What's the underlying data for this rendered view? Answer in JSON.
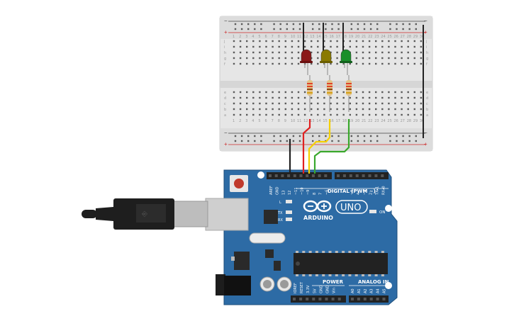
{
  "breadboard": {
    "columns": [
      "1",
      "2",
      "3",
      "4",
      "5",
      "6",
      "7",
      "8",
      "9",
      "10",
      "11",
      "12",
      "13",
      "14",
      "15",
      "16",
      "17",
      "18",
      "19",
      "20",
      "21",
      "22",
      "23",
      "24",
      "25",
      "26",
      "27",
      "28",
      "29",
      "30"
    ],
    "rows_top": [
      "j",
      "i",
      "h",
      "g",
      "f"
    ],
    "rows_bottom": [
      "e",
      "d",
      "c",
      "b",
      "a"
    ],
    "rail_minus": "−",
    "rail_plus": "+"
  },
  "leds": [
    {
      "name": "red",
      "color": "#8b1a1a"
    },
    {
      "name": "yellow",
      "color": "#8a7a00"
    },
    {
      "name": "green",
      "color": "#1a8f2a"
    }
  ],
  "wires": {
    "gnd": "#222222",
    "red": "#e02020",
    "yellow": "#f5d000",
    "green": "#3aa82c"
  },
  "arduino": {
    "board_color": "#2d6ba5",
    "logo_text": "ARDUINO",
    "model": "UNO",
    "on_label": "ON",
    "digital_label": "DIGITAL (PWM ~)",
    "power_label": "POWER",
    "analog_label": "ANALOG IN",
    "led_labels": [
      "L",
      "TX",
      "RX"
    ],
    "top_pins": [
      "AREF",
      "GND",
      "13",
      "12",
      "~11",
      "~10",
      "~9",
      "8",
      "7",
      "~6",
      "~5",
      "4",
      "~3",
      "2",
      "TX▸1",
      "RX◂0"
    ],
    "power_pins": [
      "IOREF",
      "RESET",
      "3.3V",
      "5V",
      "GND",
      "GND",
      "Vin"
    ],
    "analog_pins": [
      "A0",
      "A1",
      "A2",
      "A3",
      "A4",
      "A5"
    ]
  }
}
